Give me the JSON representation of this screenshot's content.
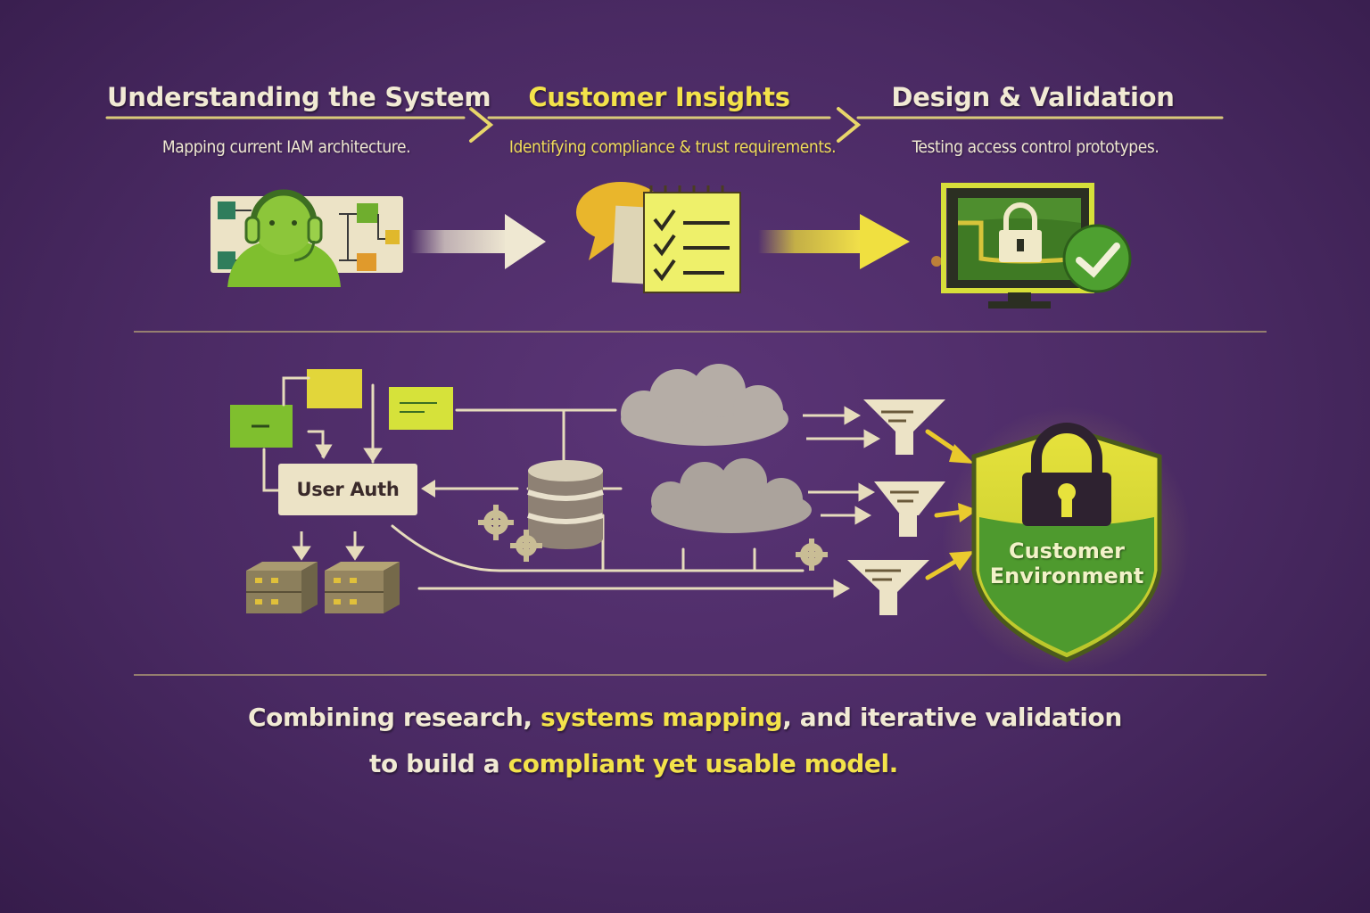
{
  "phases": [
    {
      "title": "Understanding the System",
      "description": "Mapping current IAM architecture."
    },
    {
      "title": "Customer Insights",
      "description": "Identifying compliance & trust requirements."
    },
    {
      "title": "Design & Validation",
      "description": "Testing access control prototypes."
    }
  ],
  "flow": {
    "auth_box_label": "User Auth",
    "target_label_line1": "Customer",
    "target_label_line2": "Environment"
  },
  "caption": {
    "line1_a": "Combining research, ",
    "line1_hl": "systems mapping",
    "line1_b": ", and iterative validation",
    "line2_a": "to build a ",
    "line2_hl": "compliant yet usable model."
  },
  "icons": {
    "phase1": "headset-person-icon",
    "phase2": "speech-bubble-checklist-icon",
    "phase3": "monitor-lock-check-icon",
    "database": "database-icon",
    "cloud": "cloud-icon",
    "filter": "funnel-icon",
    "gear": "gear-icon",
    "server": "server-rack-icon",
    "shield": "shield-lock-icon"
  },
  "colors": {
    "background": "#4a2a63",
    "accent_yellow": "#f3e24a",
    "accent_green": "#6fae2e",
    "cream": "#efe8d2"
  }
}
